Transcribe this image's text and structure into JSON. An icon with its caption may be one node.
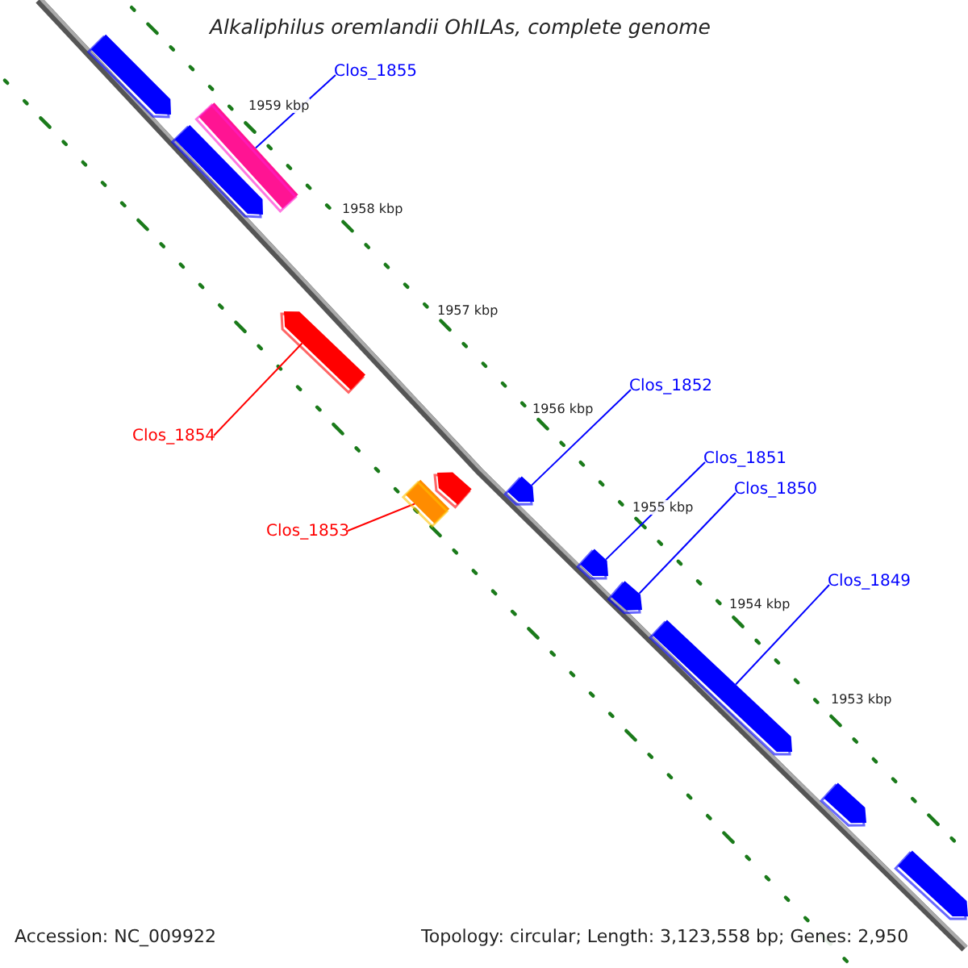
{
  "diagram": {
    "title": "Alkaliphilus oremlandii OhILAs, complete genome",
    "nodes": [
      {
        "text": [],
        "shape": "bar"
      },
      {
        "text": [
          "Clos_1855"
        ]
      },
      {
        "text": [],
        "shape": "bar"
      },
      {
        "text": [],
        "shape": "bar"
      },
      {
        "text": [],
        "shape": "bar"
      },
      {
        "text": [
          "Clos_1854"
        ]
      },
      {
        "text": [],
        "shape": "bar"
      },
      {
        "text": [],
        "shape": "bar"
      },
      {
        "text": [
          "Clos_1853"
        ]
      },
      {
        "text": [
          "Clos_1852"
        ]
      },
      {
        "text": [],
        "shape": "bar"
      },
      {
        "text": [
          "Clos_1851"
        ]
      },
      {
        "text": [
          "Clos_1850"
        ]
      },
      {
        "text": [],
        "shape": "bar"
      },
      {
        "text": [],
        "shape": "bar"
      },
      {
        "text": [
          "Clos_1849"
        ]
      },
      {
        "text": [],
        "shape": "bar"
      },
      {
        "text": [],
        "shape": "bar"
      },
      {
        "text": [],
        "shape": "bar"
      }
    ],
    "edges": [
      {
        "from": 1,
        "to": 2,
        "arrow": "none"
      },
      {
        "from": 5,
        "to": 4,
        "arrow": "none",
        "color": "#ff0000"
      },
      {
        "from": 8,
        "to": 7,
        "arrow": "none",
        "color": "#ff0000"
      },
      {
        "from": 9,
        "to": 10,
        "arrow": "none"
      },
      {
        "from": 11,
        "to": 13,
        "arrow": "none"
      },
      {
        "from": 12,
        "to": 14,
        "arrow": "none"
      },
      {
        "from": 15,
        "to": 16,
        "arrow": "none"
      }
    ],
    "labels": [
      "1959 kbp",
      "1958 kbp",
      "1957 kbp",
      "1956 kbp",
      "1955 kbp",
      "1954 kbp",
      "1953 kbp",
      "Accession: NC_009922",
      "Topology: circular; Length: 3,123,558 bp; Genes: 2,950"
    ]
  }
}
